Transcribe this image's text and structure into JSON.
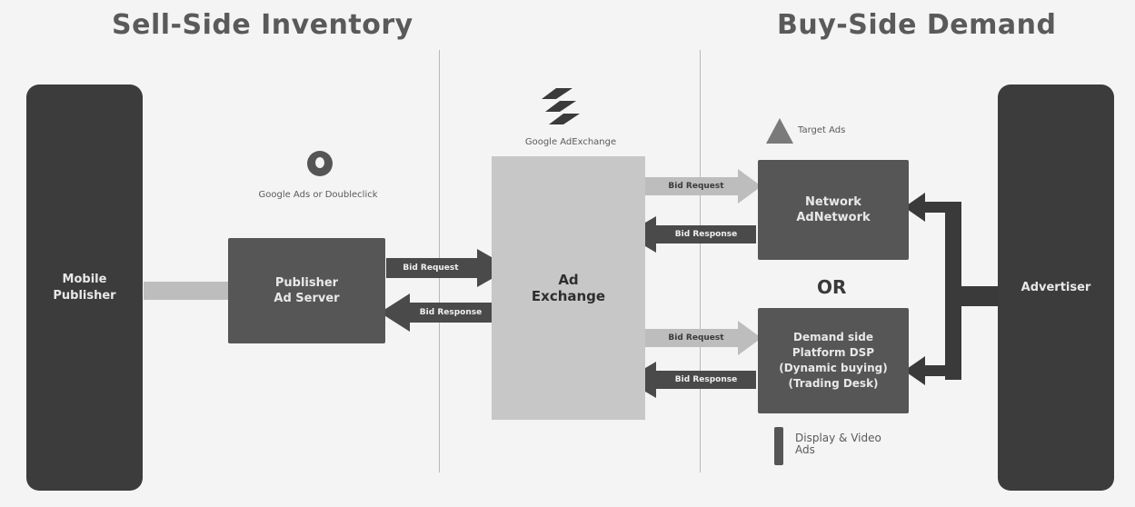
{
  "titles": {
    "sell_side": "Sell-Side Inventory",
    "buy_side": "Buy-Side Demand"
  },
  "nodes": {
    "publisher": "Mobile Publisher",
    "ad_server": "Publisher Ad Server",
    "ad_server_caption": "Google Ads or Doubleclick",
    "exchange": "Ad Exchange",
    "exchange_caption": "Google AdExchange",
    "network": "Network AdNetwork",
    "network_sub": "",
    "trading_desk": "Demand side Platform DSP (Dynamic buying) (Trading Desk)",
    "advertiser": "Advertiser",
    "target_caption": "Target Ads",
    "display_caption": "Display & Video Ads",
    "or": "OR"
  },
  "arrows": {
    "pub_request": "Bid Request",
    "pub_response": "Bid Response",
    "net_request": "Bid Request",
    "net_response": "Bid Response",
    "dsp_request": "Bid Request",
    "dsp_response": "Bid Response"
  },
  "colors": {
    "dark": "#3c3c3c",
    "box": "#565656",
    "exchange": "#c7c7c7",
    "arrow": "#4a4a4a",
    "light_arrow": "#bdbdbd"
  }
}
